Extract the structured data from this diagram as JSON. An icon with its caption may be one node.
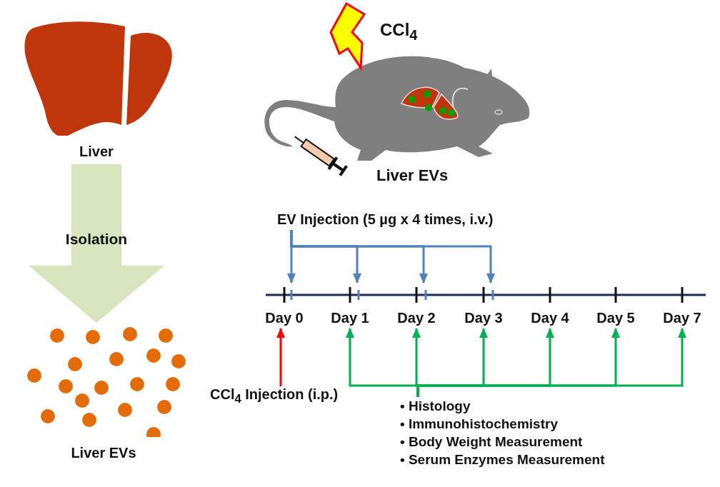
{
  "diagram": {
    "nodes": [
      {
        "text": [
          "Liver"
        ]
      },
      {
        "text": [
          "Liver EVs"
        ]
      },
      {
        "text": [
          "EV Injection (5 µg x 4 times, i.v.)"
        ]
      },
      {
        "text": [
          "Day 0"
        ]
      },
      {
        "text": [
          "Day 1"
        ]
      },
      {
        "text": [
          "Day 2"
        ]
      },
      {
        "text": [
          "Day 3"
        ]
      },
      {
        "text": [
          "Day 4"
        ]
      },
      {
        "text": [
          "Day 5"
        ]
      },
      {
        "text": [
          "Day 7"
        ]
      },
      {
        "text": [
          "CCl$_{4}$ Injection (i.p.)"
        ]
      },
      {
        "text": [
          "• Histology",
          "• Immunohistochemistry",
          "• Body Weight Measurement",
          "• Serum Enzymes Measurement"
        ]
      }
    ],
    "edges": [
      {
        "from": 0,
        "to": 1,
        "arrow": "to",
        "label": "Isolation",
        "style": "thick",
        "color": "#d7e4bd"
      },
      {
        "from": 2,
        "to": 3,
        "arrow": "to",
        "color": "#4f81bd"
      },
      {
        "from": 2,
        "to": 4,
        "arrow": "to",
        "color": "#4f81bd"
      },
      {
        "from": 2,
        "to": 5,
        "arrow": "to",
        "color": "#4f81bd"
      },
      {
        "from": 2,
        "to": 6,
        "arrow": "to",
        "color": "#4f81bd"
      },
      {
        "from": 10,
        "to": 3,
        "arrow": "to",
        "color": "#ff0000"
      },
      {
        "from": 11,
        "to": 4,
        "arrow": "to",
        "color": "#00b050"
      },
      {
        "from": 11,
        "to": 5,
        "arrow": "to",
        "color": "#00b050"
      },
      {
        "from": 11,
        "to": 6,
        "arrow": "to",
        "color": "#00b050"
      },
      {
        "from": 11,
        "to": 7,
        "arrow": "to",
        "color": "#00b050"
      },
      {
        "from": 11,
        "to": 8,
        "arrow": "to",
        "color": "#00b050"
      },
      {
        "from": 11,
        "to": 9,
        "arrow": "to",
        "color": "#00b050"
      }
    ],
    "labels": [
      "CCl$_{4}$",
      "Liver EVs"
    ]
  }
}
